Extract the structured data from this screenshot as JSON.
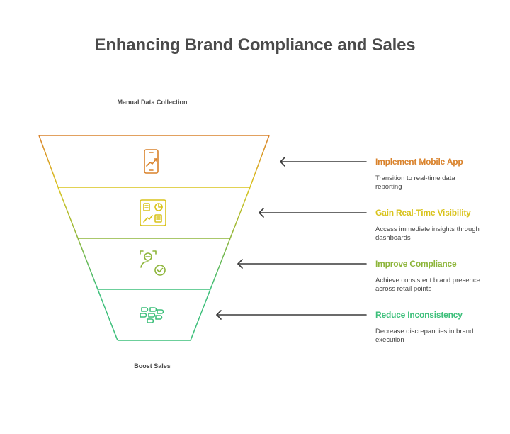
{
  "title": "Enhancing Brand Compliance and Sales",
  "top_label": "Manual Data Collection",
  "bottom_label": "Boost Sales",
  "stages": [
    {
      "title": "Implement Mobile App",
      "description": "Transition to real-time data reporting",
      "color": "#d9822b",
      "icon": "mobile-chart-icon"
    },
    {
      "title": "Gain Real-Time Visibility",
      "description": "Access immediate insights through dashboards",
      "color": "#d9c31c",
      "icon": "dashboard-icon"
    },
    {
      "title": "Improve Compliance",
      "description": "Achieve consistent brand presence across retail points",
      "color": "#8db53a",
      "icon": "user-check-icon"
    },
    {
      "title": "Reduce Inconsistency",
      "description": "Decrease discrepancies in brand execution",
      "color": "#3cbf7a",
      "icon": "blocks-icon"
    }
  ],
  "arrow_color": "#3a3a3a"
}
